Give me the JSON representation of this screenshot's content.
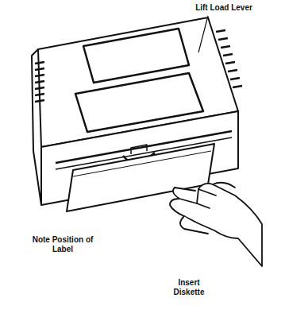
{
  "diagram": {
    "labels": [
      "Lift Load Lever",
      "Note Position of Label",
      "Insert Diskette"
    ]
  }
}
